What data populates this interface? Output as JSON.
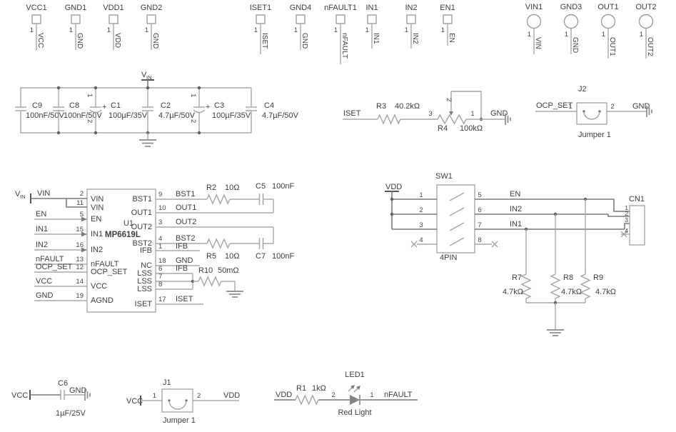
{
  "colors": {
    "wire": "#a8a8a8",
    "wire_dark": "#7a7a7a",
    "text": "#3d3d3d"
  },
  "testpoints": [
    {
      "ref": "VCC1",
      "pin": "1",
      "net": "VCC"
    },
    {
      "ref": "GND1",
      "pin": "1",
      "net": "GND"
    },
    {
      "ref": "VDD1",
      "pin": "1",
      "net": "VDD"
    },
    {
      "ref": "GND2",
      "pin": "1",
      "net": "GND"
    },
    {
      "ref": "ISET1",
      "pin": "1",
      "net": "ISET"
    },
    {
      "ref": "GND4",
      "pin": "1",
      "net": "GND"
    },
    {
      "ref": "nFAULT1",
      "pin": "1",
      "net": "nFAULT"
    },
    {
      "ref": "IN1",
      "pin": "1",
      "net": "IN1"
    },
    {
      "ref": "IN2",
      "pin": "1",
      "net": "IN2"
    },
    {
      "ref": "EN1",
      "pin": "1",
      "net": "EN"
    }
  ],
  "round_testpoints": [
    {
      "ref": "VIN1",
      "pin": "1",
      "net": "VIN"
    },
    {
      "ref": "GND3",
      "pin": "1",
      "net": "GND"
    },
    {
      "ref": "OUT1",
      "pin": "1",
      "net": "OUT1"
    },
    {
      "ref": "OUT2",
      "pin": "1",
      "net": "OUT2"
    }
  ],
  "power_flags": {
    "vin_v": "V",
    "vin_sub": "IN",
    "vcc": "VCC",
    "vdd": "VDD"
  },
  "cap_bank": {
    "caps": [
      {
        "ref": "C9",
        "value": "100nF/50V"
      },
      {
        "ref": "C8",
        "value": "100nF/50V"
      },
      {
        "ref": "C1",
        "value": "100µF/35V",
        "plus": "+",
        "pin1": "1",
        "pin2": "2"
      },
      {
        "ref": "C2",
        "value": "4.7µF/50V"
      },
      {
        "ref": "C3",
        "value": "100µF/35V",
        "plus": "+",
        "pin1": "1",
        "pin2": "2"
      },
      {
        "ref": "C4",
        "value": "4.7µF/50V"
      }
    ]
  },
  "iset_network": {
    "net": "ISET",
    "r3": {
      "ref": "R3",
      "value": "40.2kΩ"
    },
    "r4": {
      "ref": "R4",
      "value": "100kΩ",
      "pin1": "1",
      "pin2": "2",
      "pin3": "3"
    },
    "gnd": "GND"
  },
  "j2": {
    "ref": "J2",
    "label": "Jumper 1",
    "pin1": "1",
    "pin2": "2",
    "net_left": "OCP_SET",
    "net_right": "GND"
  },
  "u1": {
    "ref": "U1",
    "part": "MP6619L",
    "left_pins": [
      {
        "net": "VIN",
        "pin": "2",
        "name": "VIN"
      },
      {
        "net": "",
        "pin": "11",
        "name": "VIN"
      },
      {
        "net": "EN",
        "pin": "5",
        "name": "EN"
      },
      {
        "net": "IN1",
        "pin": "15",
        "name": "IN1"
      },
      {
        "net": "IN2",
        "pin": "16",
        "name": "IN2"
      },
      {
        "net": "nFAULT",
        "pin": "13",
        "name": "nFAULT"
      },
      {
        "net": "OCP_SET",
        "pin": "12",
        "name": "OCP_SET"
      },
      {
        "net": "VCC",
        "pin": "14",
        "name": "VCC"
      },
      {
        "net": "GND",
        "pin": "19",
        "name": "AGND"
      }
    ],
    "right_pins": [
      {
        "pin": "9",
        "name": "BST1",
        "net": "BST1"
      },
      {
        "pin": "10",
        "name": "OUT1",
        "net": "OUT1"
      },
      {
        "pin": "3",
        "name": "OUT2",
        "net": "OUT2"
      },
      {
        "pin": "4",
        "name": "BST2",
        "net": "BST2"
      },
      {
        "pin": "1",
        "name": "IFB",
        "net": "IFB"
      },
      {
        "pin": "18",
        "name": "NC",
        "net": "GND"
      },
      {
        "pin": "6",
        "name": "LSS",
        "net": "IFB"
      },
      {
        "pin": "7",
        "name": "LSS",
        "net": ""
      },
      {
        "pin": "8",
        "name": "LSS",
        "net": ""
      },
      {
        "pin": "17",
        "name": "ISET",
        "net": "ISET"
      }
    ]
  },
  "bootstrap": {
    "r2": {
      "ref": "R2",
      "value": "10Ω"
    },
    "c5": {
      "ref": "C5",
      "value": "100nF"
    },
    "r5": {
      "ref": "R5",
      "value": "10Ω"
    },
    "c7": {
      "ref": "C7",
      "value": "100nF"
    },
    "r10": {
      "ref": "R10",
      "value": "50mΩ"
    }
  },
  "sw1": {
    "ref": "SW1",
    "type": "4PIN",
    "vdd": "VDD",
    "left_pins": [
      "1",
      "2",
      "3",
      "4"
    ],
    "right_pins": [
      "5",
      "6",
      "7",
      "8"
    ],
    "nets": [
      "EN",
      "IN2",
      "IN1"
    ]
  },
  "cn1": {
    "ref": "CN1",
    "pins": [
      "1",
      "2",
      "3",
      "4"
    ]
  },
  "pulldowns": [
    {
      "ref": "R7",
      "value": "4.7kΩ"
    },
    {
      "ref": "R8",
      "value": "4.7kΩ"
    },
    {
      "ref": "R9",
      "value": "4.7kΩ"
    }
  ],
  "c6_block": {
    "net_left": "VCC",
    "ref": "C6",
    "value": "1µF/25V",
    "net_right": "GND"
  },
  "j1": {
    "ref": "J1",
    "label": "Jumper 1",
    "pin1": "1",
    "pin2": "2",
    "net_left": "VCC",
    "net_right": "VDD"
  },
  "led_block": {
    "net_left": "VDD",
    "r1": {
      "ref": "R1",
      "value": "1kΩ"
    },
    "pin2": "2",
    "ref": "LED1",
    "label": "Red Light",
    "pin1": "1",
    "net_right": "nFAULT"
  }
}
